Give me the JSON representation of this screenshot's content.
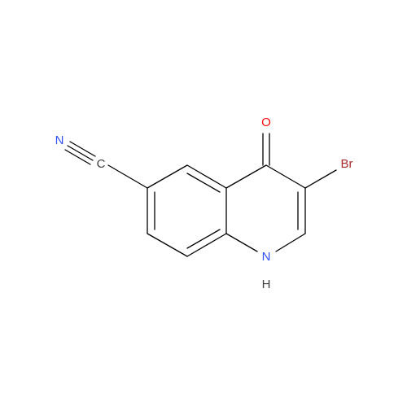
{
  "molecule": {
    "atom_labels": {
      "nitrile_n": "N",
      "nitrile_c": "C",
      "carbonyl_o": "O",
      "bromine": "Br",
      "ring_n": "N",
      "ring_nh_h": "H"
    },
    "colors": {
      "bond": "#000000",
      "carbon": "#404040",
      "nitrogen": "#3050F8",
      "oxygen": "#FF0D0D",
      "bromine": "#A62929",
      "hydrogen": "#404040",
      "background": "#ffffff"
    }
  }
}
